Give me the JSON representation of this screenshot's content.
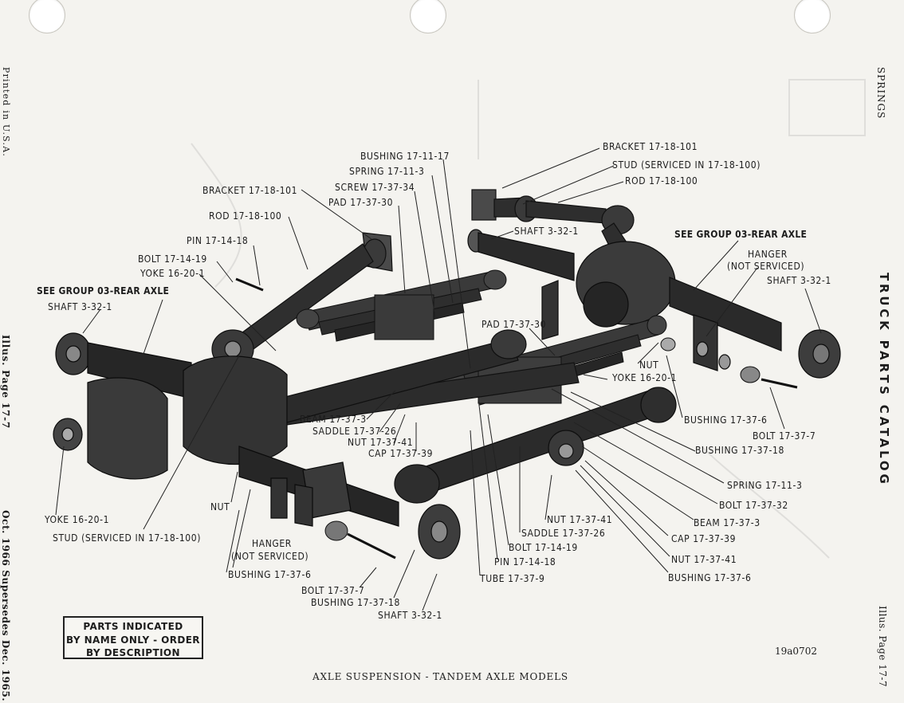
{
  "margin_left": {
    "printed": "Printed in U.S.A.",
    "illus_page": "Illus. Page 17-7",
    "supersedes": "Oct. 1966 Supersedes Dec. 1965."
  },
  "margin_right": {
    "section": "SPRINGS",
    "catalog": "TRUCK PARTS CATALOG",
    "illus_page": "Illus. Page 17-7"
  },
  "labels": {
    "bushing_17_11_17": "BUSHING 17-11-17",
    "spring_17_11_3_top": "SPRING 17-11-3",
    "screw_17_37_34": "SCREW 17-37-34",
    "pad_17_37_30_top": "PAD 17-37-30",
    "bracket_left": "BRACKET 17-18-101",
    "rod_left": "ROD 17-18-100",
    "pin_17_14_18_top": "PIN 17-14-18",
    "bolt_17_14_19_top": "BOLT 17-14-19",
    "yoke_top_left": "YOKE 16-20-1",
    "see_group_left": "SEE GROUP 03-REAR AXLE",
    "shaft_left": "SHAFT 3-32-1",
    "bracket_right": "BRACKET 17-18-101",
    "stud_right": "STUD (SERVICED IN 17-18-100)",
    "rod_right": "ROD 17-18-100",
    "shaft_mid": "SHAFT 3-32-1",
    "see_group_right": "SEE GROUP 03-REAR AXLE",
    "hanger_right_1": "HANGER",
    "hanger_right_2": "(NOT SERVICED)",
    "shaft_right": "SHAFT 3-32-1",
    "pad_17_37_30_mid": "PAD 17-37-30",
    "nut_mid": "NUT",
    "yoke_mid": "YOKE 16-20-1",
    "bushing_17_37_6_r": "BUSHING 17-37-6",
    "bolt_17_37_7_r": "BOLT 17-37-7",
    "bushing_17_37_18_r": "BUSHING 17-37-18",
    "spring_17_11_3_r": "SPRING 17-11-3",
    "bolt_17_37_32": "BOLT 17-37-32",
    "beam_17_37_3_r": "BEAM 17-37-3",
    "cap_17_37_39_r": "CAP 17-37-39",
    "nut_17_37_41_r": "NUT 17-37-41",
    "bushing_17_37_6_br": "BUSHING 17-37-6",
    "beam_17_37_3_l": "BEAM 17-37-3",
    "saddle_17_37_26_l": "SADDLE 17-37-26",
    "nut_17_37_41_l": "NUT 17-37-41",
    "cap_17_37_39_l": "CAP 17-37-39",
    "nut_17_37_41_c": "NUT 17-37-41",
    "saddle_17_37_26_c": "SADDLE 17-37-26",
    "bolt_17_14_19_c": "BOLT 17-14-19",
    "pin_17_14_18_c": "PIN 17-14-18",
    "tube_17_37_9": "TUBE 17-37-9",
    "yoke_bottom_left": "YOKE 16-20-1",
    "stud_bottom_left": "STUD (SERVICED IN 17-18-100)",
    "nut_bottom": "NUT",
    "hanger_bottom_1": "HANGER",
    "hanger_bottom_2": "(NOT SERVICED)",
    "bushing_17_37_6_bl": "BUSHING 17-37-6",
    "bolt_17_37_7_b": "BOLT 17-37-7",
    "bushing_17_37_18_b": "BUSHING 17-37-18",
    "shaft_bottom": "SHAFT 3-32-1"
  },
  "notice": {
    "line1": "PARTS INDICATED",
    "line2": "BY NAME ONLY - ORDER",
    "line3": "BY DESCRIPTION"
  },
  "figure_code": "19a0702",
  "caption": "AXLE SUSPENSION - TANDEM AXLE MODELS"
}
